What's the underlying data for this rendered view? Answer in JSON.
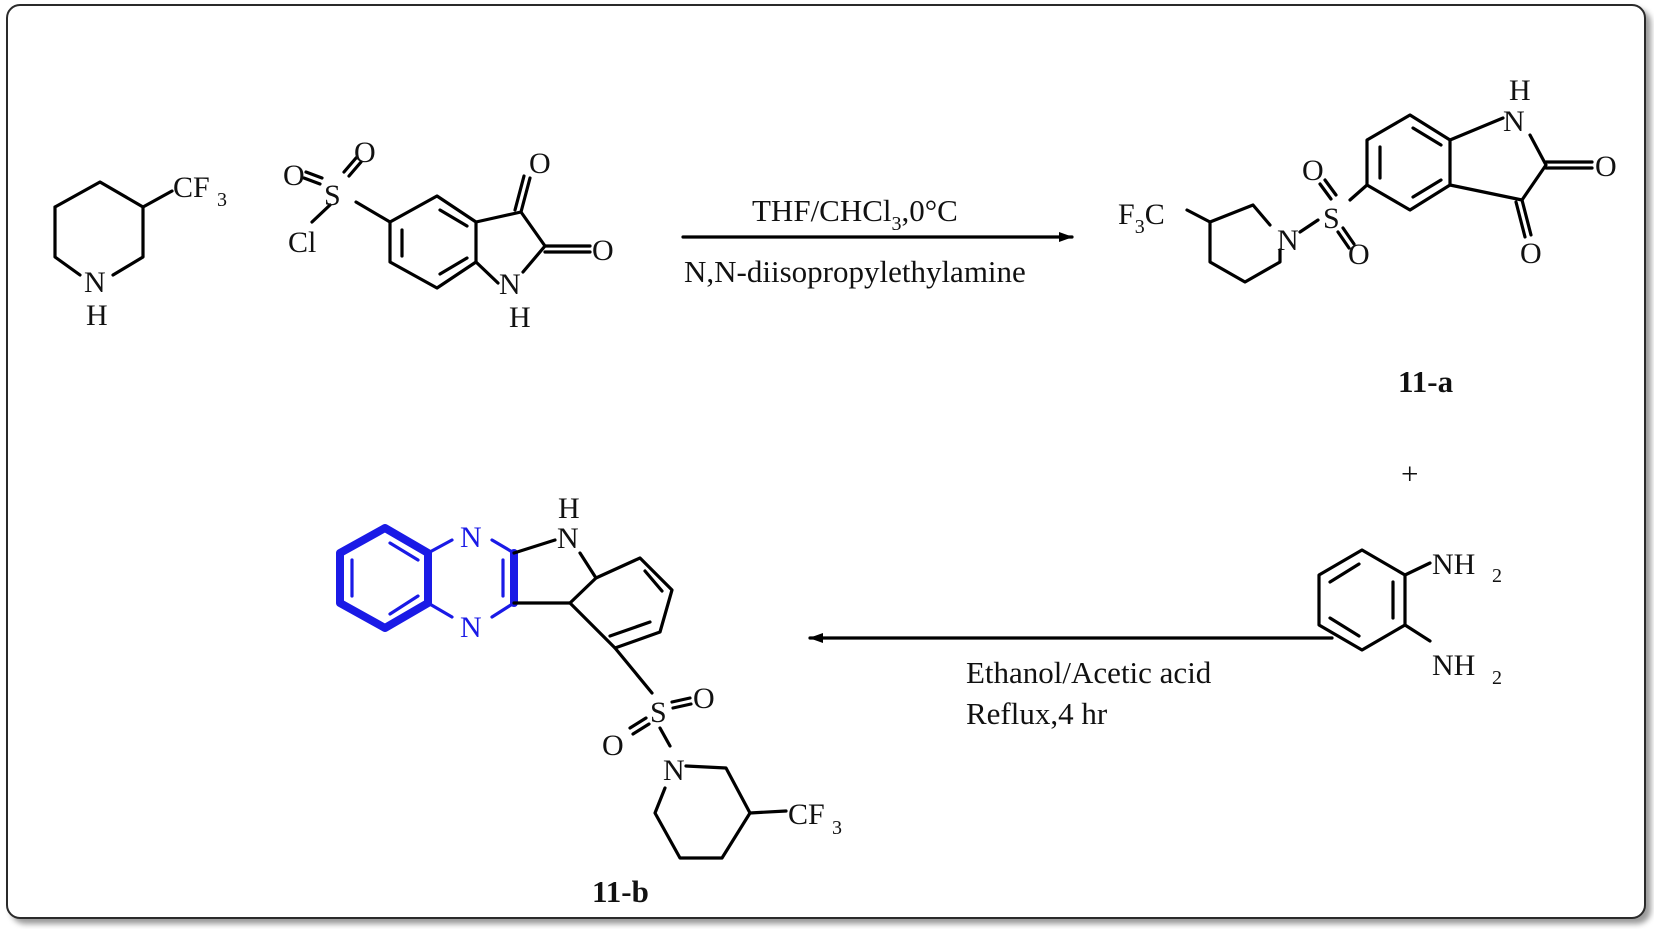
{
  "atoms": {
    "N": "N",
    "H": "H",
    "O": "O",
    "S": "S",
    "Cl": "Cl",
    "C": "C",
    "CF": "CF",
    "F": "F",
    "NH": "NH",
    "sub2": "2",
    "sub3": "3"
  },
  "step1": {
    "conditions_top": "THF/CHCl",
    "conditions_top_sub": "3",
    "conditions_top_end": ",0°C",
    "conditions_bottom": "N,N-diisopropylethylamine"
  },
  "step2": {
    "conditions_line1": "Ethanol/Acetic acid",
    "conditions_line2": "Reflux,4 hr"
  },
  "plus": "+",
  "compound_labels": {
    "a": "11-a",
    "b": "11-b"
  },
  "colors": {
    "highlight": "#1a1ae6",
    "bond": "#000000",
    "frame": "#2a2a2a"
  }
}
